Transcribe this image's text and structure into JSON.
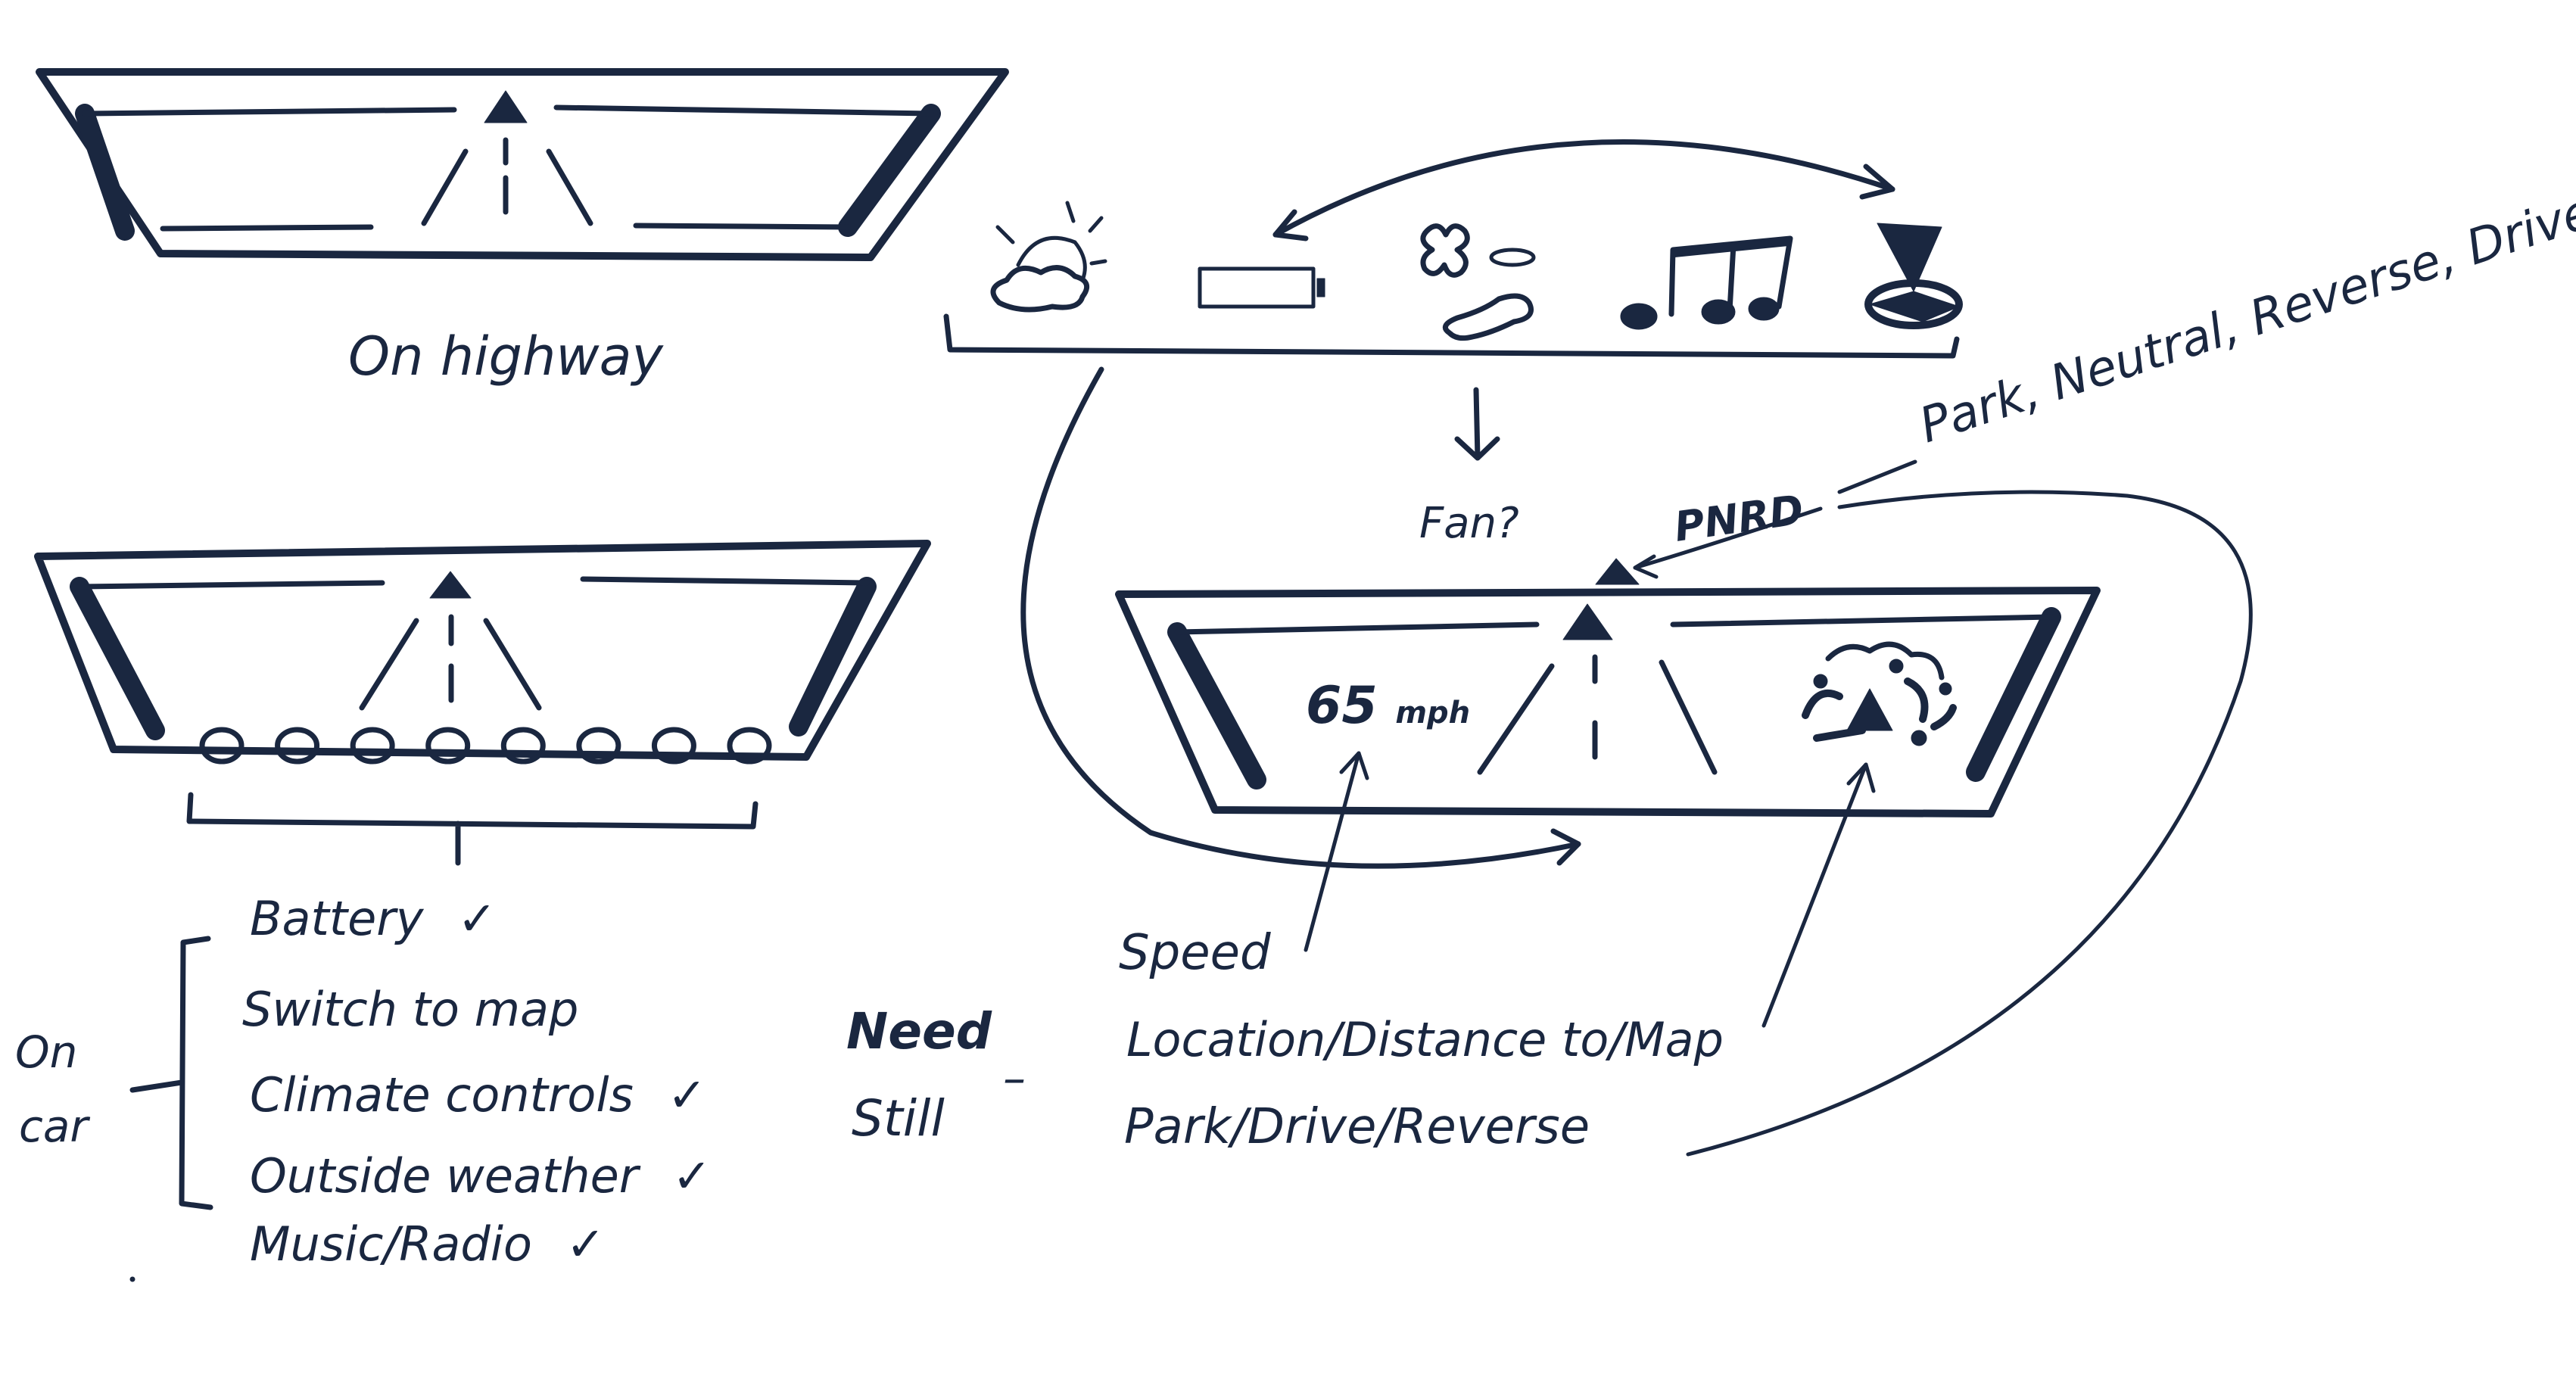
{
  "sketch1": {
    "caption": "On highway"
  },
  "sketch2": {
    "button_count": 8,
    "features": [
      {
        "label": "Battery",
        "check": "✓"
      },
      {
        "label": "Switch to map",
        "check": ""
      },
      {
        "label": "Climate controls",
        "check": "✓"
      },
      {
        "label": "Outside weather",
        "check": "✓"
      },
      {
        "label": "Music/Radio",
        "check": "✓"
      }
    ],
    "group_label_line1": "On",
    "group_label_line2": "car"
  },
  "icon_bar": {
    "icons": [
      "weather-sun-cloud-icon",
      "battery-icon",
      "fan-icon",
      "music-note-icon",
      "navigation-pin-icon"
    ],
    "fan_question": "Fan?"
  },
  "sketch3": {
    "speed_readout": "65",
    "speed_unit": "mph",
    "gear_label": "PNRD",
    "gear_expansion": "Park, Neutral, Reverse, Drive"
  },
  "need_still": {
    "heading_line1": "Need",
    "heading_line2": "Still",
    "dash": "–",
    "items": [
      "Speed",
      "Location/Distance to/Map",
      "Park/Drive/Reverse"
    ]
  },
  "colors": {
    "ink": "#1a2740",
    "paper": "#ffffff"
  }
}
